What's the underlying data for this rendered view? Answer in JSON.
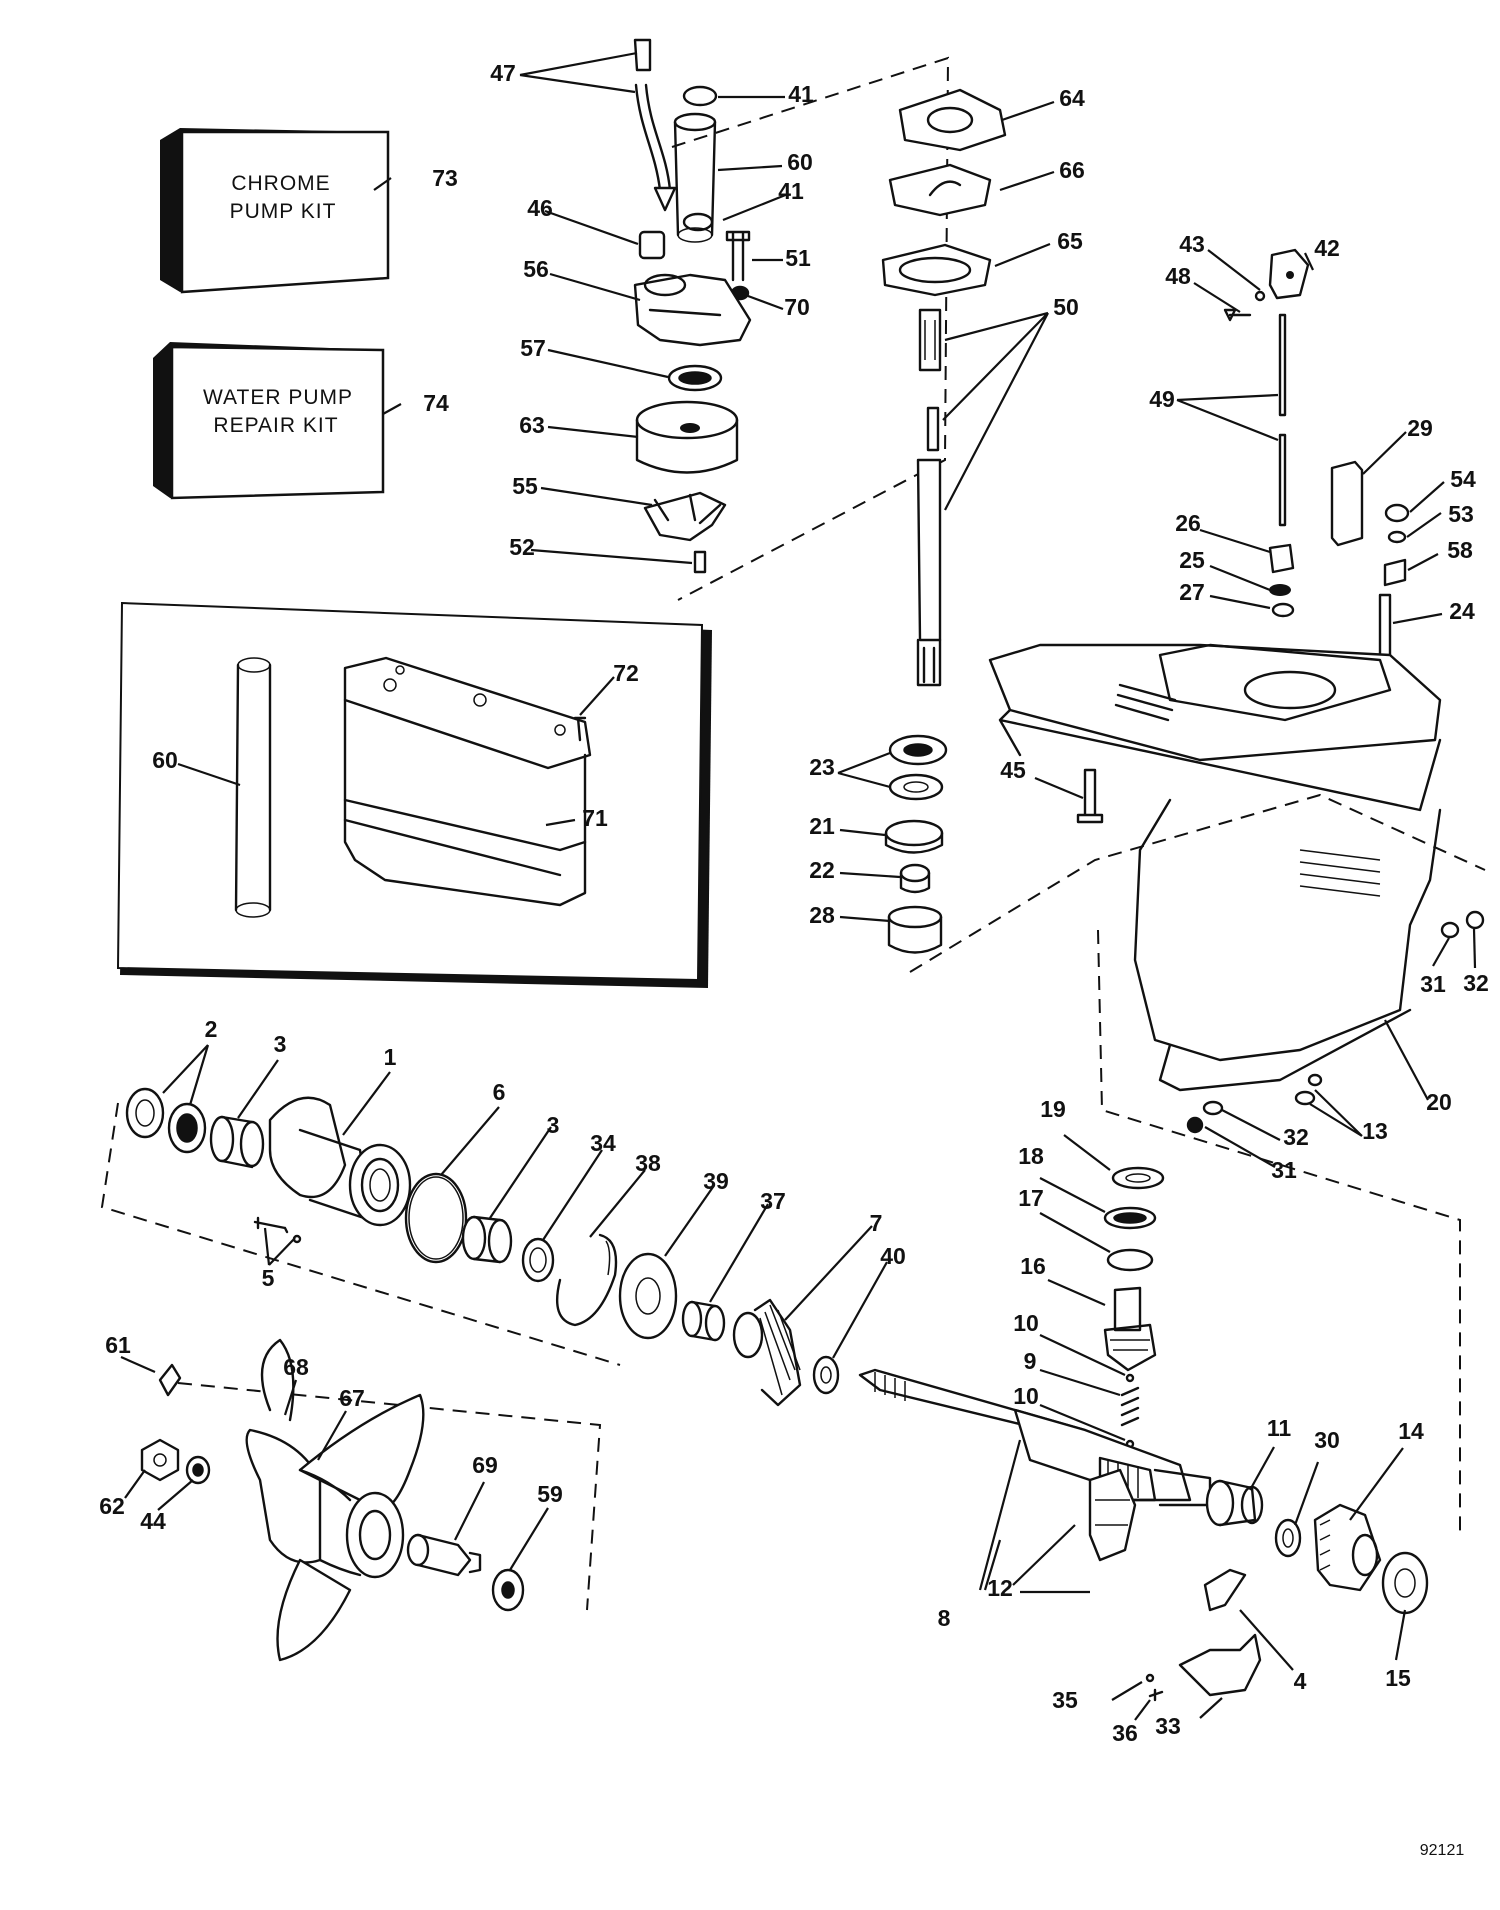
{
  "kits": [
    {
      "line1": "CHROME",
      "line2": "PUMP KIT",
      "ref": "73"
    },
    {
      "line1": "WATER PUMP",
      "line2": "REPAIR KIT",
      "ref": "74"
    }
  ],
  "callouts": {
    "n1": "1",
    "n2": "2",
    "n3a": "3",
    "n3b": "3",
    "n4": "4",
    "n5": "5",
    "n6": "6",
    "n7": "7",
    "n8": "8",
    "n9": "9",
    "n10a": "10",
    "n10b": "10",
    "n11": "11",
    "n12": "12",
    "n13": "13",
    "n14": "14",
    "n15": "15",
    "n16": "16",
    "n17": "17",
    "n18": "18",
    "n19": "19",
    "n20": "20",
    "n21": "21",
    "n22": "22",
    "n23": "23",
    "n24": "24",
    "n25": "25",
    "n26": "26",
    "n27": "27",
    "n28": "28",
    "n29": "29",
    "n30": "30",
    "n31a": "31",
    "n31b": "31",
    "n32a": "32",
    "n32b": "32",
    "n33": "33",
    "n34": "34",
    "n35": "35",
    "n36": "36",
    "n37": "37",
    "n38": "38",
    "n39": "39",
    "n40": "40",
    "n41a": "41",
    "n41b": "41",
    "n42": "42",
    "n43": "43",
    "n44": "44",
    "n45": "45",
    "n46": "46",
    "n47": "47",
    "n48": "48",
    "n49": "49",
    "n50": "50",
    "n51": "51",
    "n52": "52",
    "n53": "53",
    "n54": "54",
    "n55": "55",
    "n56": "56",
    "n57": "57",
    "n58": "58",
    "n59": "59",
    "n60a": "60",
    "n60b": "60",
    "n61": "61",
    "n62": "62",
    "n63": "63",
    "n64": "64",
    "n65": "65",
    "n66": "66",
    "n67": "67",
    "n68": "68",
    "n69": "69",
    "n70": "70",
    "n71": "71",
    "n72": "72"
  },
  "figure_code": "92121"
}
